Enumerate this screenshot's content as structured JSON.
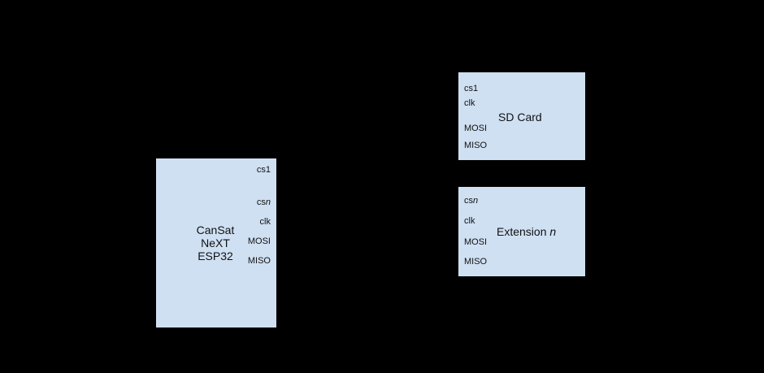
{
  "diagram": {
    "type": "block-diagram",
    "background_color": "#000000",
    "node_fill_color": "#cfe0f3",
    "text_color": "#111111",
    "nodes": [
      {
        "id": "cansat",
        "title_lines": [
          "CanSat",
          "NeXT",
          "ESP32"
        ],
        "pins": [
          {
            "label": "cs1",
            "italic_suffix": ""
          },
          {
            "label": "cs",
            "italic_suffix": "n"
          },
          {
            "label": "clk",
            "italic_suffix": ""
          },
          {
            "label": "MOSI",
            "italic_suffix": ""
          },
          {
            "label": "MISO",
            "italic_suffix": ""
          }
        ]
      },
      {
        "id": "sdcard",
        "title": "SD Card",
        "title_italic_suffix": "",
        "pins": [
          {
            "label": "cs1",
            "italic_suffix": ""
          },
          {
            "label": "clk",
            "italic_suffix": ""
          },
          {
            "label": "MOSI",
            "italic_suffix": ""
          },
          {
            "label": "MISO",
            "italic_suffix": ""
          }
        ]
      },
      {
        "id": "extension",
        "title": "Extension ",
        "title_italic_suffix": "n",
        "pins": [
          {
            "label": "cs",
            "italic_suffix": "n"
          },
          {
            "label": "clk",
            "italic_suffix": ""
          },
          {
            "label": "MOSI",
            "italic_suffix": ""
          },
          {
            "label": "MISO",
            "italic_suffix": ""
          }
        ]
      }
    ]
  }
}
